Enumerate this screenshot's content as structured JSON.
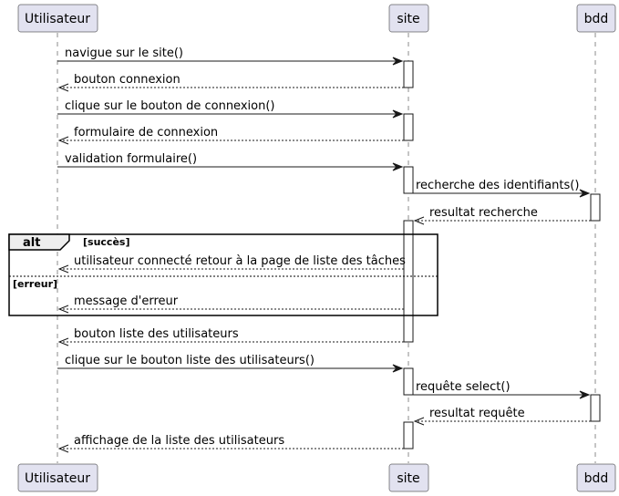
{
  "participants": {
    "user": "Utilisateur",
    "site": "site",
    "bdd": "bdd"
  },
  "messages": [
    {
      "text": "navigue sur le site()",
      "from": "user",
      "to": "site",
      "type": "sync"
    },
    {
      "text": "bouton connexion",
      "from": "site",
      "to": "user",
      "type": "return"
    },
    {
      "text": "clique sur le bouton de connexion()",
      "from": "user",
      "to": "site",
      "type": "sync"
    },
    {
      "text": "formulaire de connexion",
      "from": "site",
      "to": "user",
      "type": "return"
    },
    {
      "text": "validation formulaire()",
      "from": "user",
      "to": "site",
      "type": "sync"
    },
    {
      "text": "recherche des identifiants()",
      "from": "site",
      "to": "bdd",
      "type": "sync"
    },
    {
      "text": "resultat recherche",
      "from": "bdd",
      "to": "site",
      "type": "return"
    },
    {
      "text": "utilisateur connecté retour à la page de liste des tâches",
      "from": "site",
      "to": "user",
      "type": "return"
    },
    {
      "text": "message d'erreur",
      "from": "site",
      "to": "user",
      "type": "return"
    },
    {
      "text": "bouton liste des utilisateurs",
      "from": "site",
      "to": "user",
      "type": "return"
    },
    {
      "text": "clique sur le bouton liste des utilisateurs()",
      "from": "user",
      "to": "site",
      "type": "sync"
    },
    {
      "text": "requête select()",
      "from": "site",
      "to": "bdd",
      "type": "sync"
    },
    {
      "text": "resultat requête",
      "from": "bdd",
      "to": "site",
      "type": "return"
    },
    {
      "text": "affichage de la liste des utilisateurs",
      "from": "site",
      "to": "user",
      "type": "return"
    }
  ],
  "frame": {
    "keyword": "alt",
    "guard_success": "[succès]",
    "guard_error": "[erreur]"
  },
  "colors": {
    "participant_fill": "#E2E2F0",
    "line": "#181818",
    "frame_tab_fill": "#EEEEEE"
  }
}
